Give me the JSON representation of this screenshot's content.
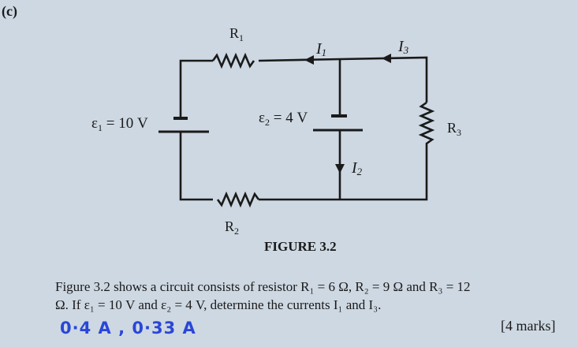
{
  "part_label": "(c)",
  "circuit": {
    "r1_label": {
      "main": "R",
      "sub": "1"
    },
    "r2_label": {
      "main": "R",
      "sub": "2"
    },
    "r3_label": {
      "main": "R",
      "sub": "3"
    },
    "e1_label": {
      "main": "ε",
      "sub": "1",
      "rest": " = 10 V"
    },
    "e2_label": {
      "main": "ε",
      "sub": "2",
      "rest": " = 4 V"
    },
    "i1_label": {
      "main": "I",
      "sub": "1"
    },
    "i2_label": {
      "main": "I",
      "sub": "2"
    },
    "i3_label": {
      "main": "I",
      "sub": "3"
    }
  },
  "figure_caption": "FIGURE 3.2",
  "question": {
    "line1": "Figure 3.2 shows a circuit consists of resistor R₁ = 6 Ω, R₂ = 9 Ω and R₃ = 12",
    "line2": "Ω. If ε₁ = 10 V and ε₂ = 4 V, determine the currents I₁ and I₃."
  },
  "handwritten_answer": "0·4 A , 0·33 A",
  "marks": "[4 marks]",
  "colors": {
    "background": "#cdd8e2",
    "ink": "#1a1a1a",
    "handwriting": "#2a46d8"
  }
}
